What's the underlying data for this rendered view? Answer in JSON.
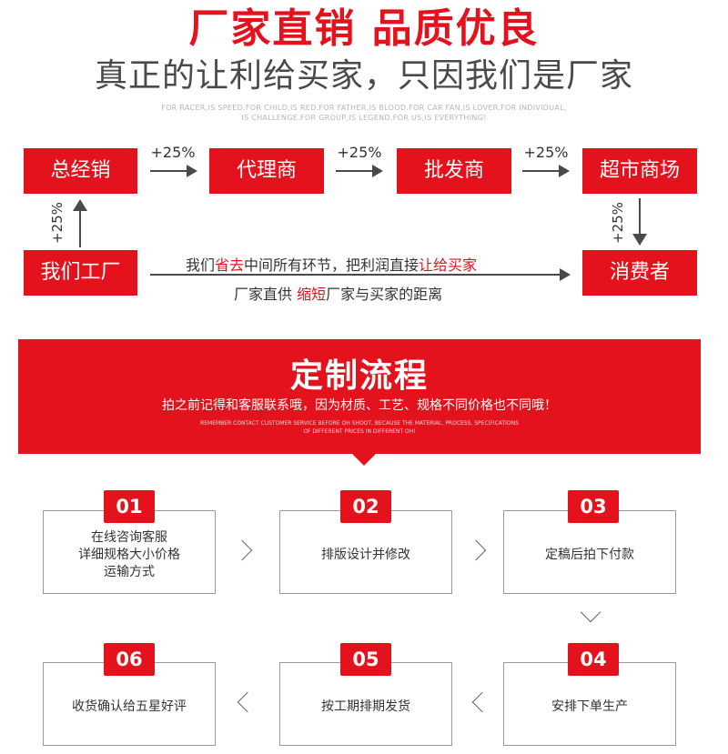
{
  "header": {
    "title": "厂家直销  品质优良",
    "subtitle": "真正的让利给买家，只因我们是厂家",
    "en_line1": "FOR RACER,IS SPEED.FOR CHILD,IS RED.FOR FATHER,IS BLOOD.FOR CAR FAN,IS LOVER.FOR INDIVIDUAL,",
    "en_line2": "IS CHALLENGE.FOR GROUP,IS LEGEND.FOR US,IS EVERYTHING!"
  },
  "chain": {
    "nodes": [
      "总经销",
      "代理商",
      "批发商",
      "超市商场",
      "我们工厂",
      "消费者"
    ],
    "markup": "+25%"
  },
  "middle": {
    "line1_a": "我们",
    "line1_b": "省去",
    "line1_c": "中间所有环节，把利润直接",
    "line1_d": "让给买家",
    "line2_a": "厂家直供 ",
    "line2_b": "缩短",
    "line2_c": "厂家与买家的距离"
  },
  "banner": {
    "title": "定制流程",
    "subtitle": "拍之前记得和客服联系哦，因为材质、工艺、规格不同价格也不同哦！",
    "en_line1": "REMEMBER CONTACT CUSTOMER SERVICE BEFORE OH SHOOT, BECAUSE THE MATERIAL, PROCESS, SPECIFICATIONS",
    "en_line2": "OF DIFFERENT PRICES IN DIFFERENT OH!"
  },
  "steps": [
    {
      "num": "01",
      "line1": "在线咨询客服",
      "line2": "详细规格大小价格",
      "line3": "运输方式"
    },
    {
      "num": "02",
      "line1": "排版设计并修改"
    },
    {
      "num": "03",
      "line1": "定稿后拍下付款"
    },
    {
      "num": "04",
      "line1": "安排下单生产"
    },
    {
      "num": "05",
      "line1": "按工期排期发货"
    },
    {
      "num": "06",
      "line1": "收货确认给五星好评"
    }
  ],
  "colors": {
    "accent": "#e3121c",
    "text": "#333333",
    "subtitle": "#4a4a4a"
  }
}
